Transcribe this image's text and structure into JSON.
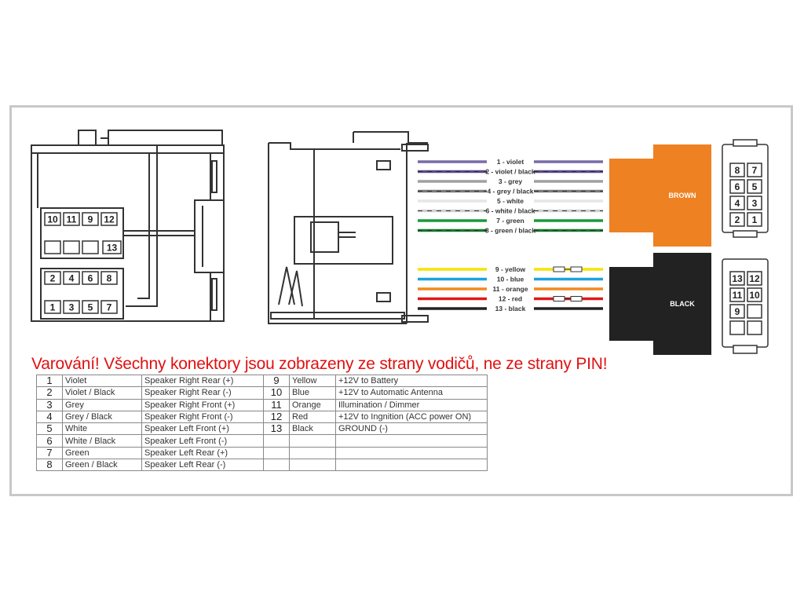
{
  "warning": "Varování! Všechny konektory jsou zobrazeny ze strany vodičů, ne ze strany PIN!",
  "left_connector": {
    "top_row": [
      "10",
      "11",
      "9",
      "12"
    ],
    "second_row": [
      "13"
    ],
    "row3": [
      "2",
      "4",
      "6",
      "8"
    ],
    "row4": [
      "1",
      "3",
      "5",
      "7"
    ]
  },
  "wires": [
    {
      "label": "1 - violet",
      "color": "#7a6aa8"
    },
    {
      "label": "2 - violet / black",
      "color": "#5b4a8a",
      "dashed": true
    },
    {
      "label": "3 - grey",
      "color": "#a0a0a0"
    },
    {
      "label": "4 - grey / black",
      "color": "#7a7a7a",
      "dashed": true
    },
    {
      "label": "5 - white",
      "color": "#e6e6e6"
    },
    {
      "label": "6 - white / black",
      "color": "#d0d0d0",
      "dashed": true
    },
    {
      "label": "7 - green",
      "color": "#1a9a3a"
    },
    {
      "label": "8 - green / black",
      "color": "#177a30",
      "dashed": true
    },
    {
      "label": "9 - yellow",
      "color": "#f5e400"
    },
    {
      "label": "10 - blue",
      "color": "#1aa3e0"
    },
    {
      "label": "11 - orange",
      "color": "#f08a20"
    },
    {
      "label": "12 - red",
      "color": "#e01818"
    },
    {
      "label": "13 - black",
      "color": "#222222"
    }
  ],
  "brown_connector": {
    "label": "BROWN",
    "color": "#ee8122",
    "pins": [
      [
        "8",
        "7"
      ],
      [
        "6",
        "5"
      ],
      [
        "4",
        "3"
      ],
      [
        "2",
        "1"
      ]
    ]
  },
  "black_connector": {
    "label": "BLACK",
    "color": "#222222",
    "pins": [
      [
        "13",
        "12"
      ],
      [
        "11",
        "10"
      ],
      [
        "9",
        ""
      ],
      [
        "",
        ""
      ]
    ]
  },
  "table": [
    {
      "num": "1",
      "color": "Violet",
      "function": "Speaker Right Rear (+)",
      "num2": "9",
      "color2": "Yellow",
      "function2": "+12V to Battery"
    },
    {
      "num": "2",
      "color": "Violet / Black",
      "function": "Speaker Right Rear (-)",
      "num2": "10",
      "color2": "Blue",
      "function2": "+12V to Automatic Antenna"
    },
    {
      "num": "3",
      "color": "Grey",
      "function": "Speaker Right Front (+)",
      "num2": "11",
      "color2": "Orange",
      "function2": "Illumination / Dimmer"
    },
    {
      "num": "4",
      "color": "Grey / Black",
      "function": "Speaker Right Front (-)",
      "num2": "12",
      "color2": "Red",
      "function2": "+12V to Ingnition (ACC power ON)"
    },
    {
      "num": "5",
      "color": "White",
      "function": "Speaker Left Front (+)",
      "num2": "13",
      "color2": "Black",
      "function2": "GROUND (-)"
    },
    {
      "num": "6",
      "color": "White / Black",
      "function": "Speaker Left Front (-)",
      "num2": "",
      "color2": "",
      "function2": ""
    },
    {
      "num": "7",
      "color": "Green",
      "function": "Speaker Left Rear (+)",
      "num2": "",
      "color2": "",
      "function2": ""
    },
    {
      "num": "8",
      "color": "Green / Black",
      "function": "Speaker Left Rear (-)",
      "num2": "",
      "color2": "",
      "function2": ""
    }
  ]
}
